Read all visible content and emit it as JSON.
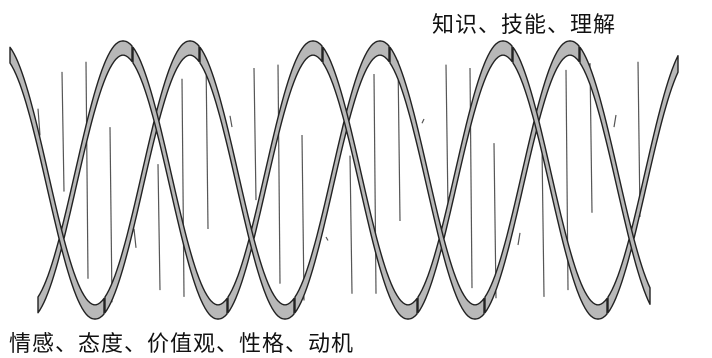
{
  "labels": {
    "top": "知识、技能、理解",
    "bottom": "情感、态度、价值观、性格、动机"
  },
  "diagram": {
    "type": "double-helix",
    "strand_fill": "#b8b8b8",
    "strand_outline": "#222222",
    "rung_color": "#555555",
    "background": "#ffffff"
  }
}
